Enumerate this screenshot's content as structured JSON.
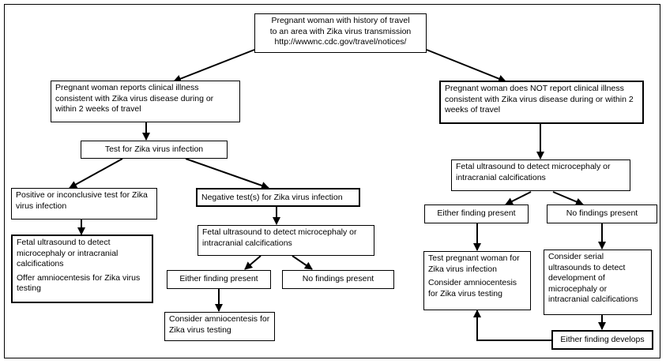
{
  "colors": {
    "line": "#000000",
    "background": "#ffffff"
  },
  "nodes": {
    "root": [
      "Pregnant woman with history of travel",
      "to an area with Zika virus transmission",
      "http://wwwnc.cdc.gov/travel/notices/"
    ],
    "symptomatic": "Pregnant woman reports clinical illness consistent with Zika virus disease during or within 2 weeks of travel",
    "asymptomatic": "Pregnant woman does NOT report clinical illness consistent with Zika virus disease during or within 2 weeks of travel",
    "test_zika": "Test for Zika virus infection",
    "positive_test": "Positive or inconclusive test for Zika virus infection",
    "negative_test": "Negative test(s) for Zika virus infection",
    "fetal_us_positive": {
      "line1": "Fetal ultrasound to detect microcephaly or intracranial calcifications",
      "line2": "Offer amniocentesis for Zika virus testing"
    },
    "fetal_us_negative": "Fetal ultrasound to detect microcephaly or intracranial calcifications",
    "either_finding_left": "Either finding present",
    "no_findings_left": "No findings present",
    "consider_amnio_left": "Consider amniocentesis for Zika virus testing",
    "fetal_us_right": "Fetal ultrasound to detect microcephaly or intracranial calcifications",
    "either_finding_right": "Either finding present",
    "no_findings_right": "No findings present",
    "test_pregnant": {
      "line1": "Test pregnant woman for Zika virus infection",
      "line2": "Consider amniocentesis for Zika virus testing"
    },
    "consider_serial": "Consider serial ultrasounds to detect development of microcephaly or intracranial calcifications",
    "either_develops": "Either finding develops"
  }
}
